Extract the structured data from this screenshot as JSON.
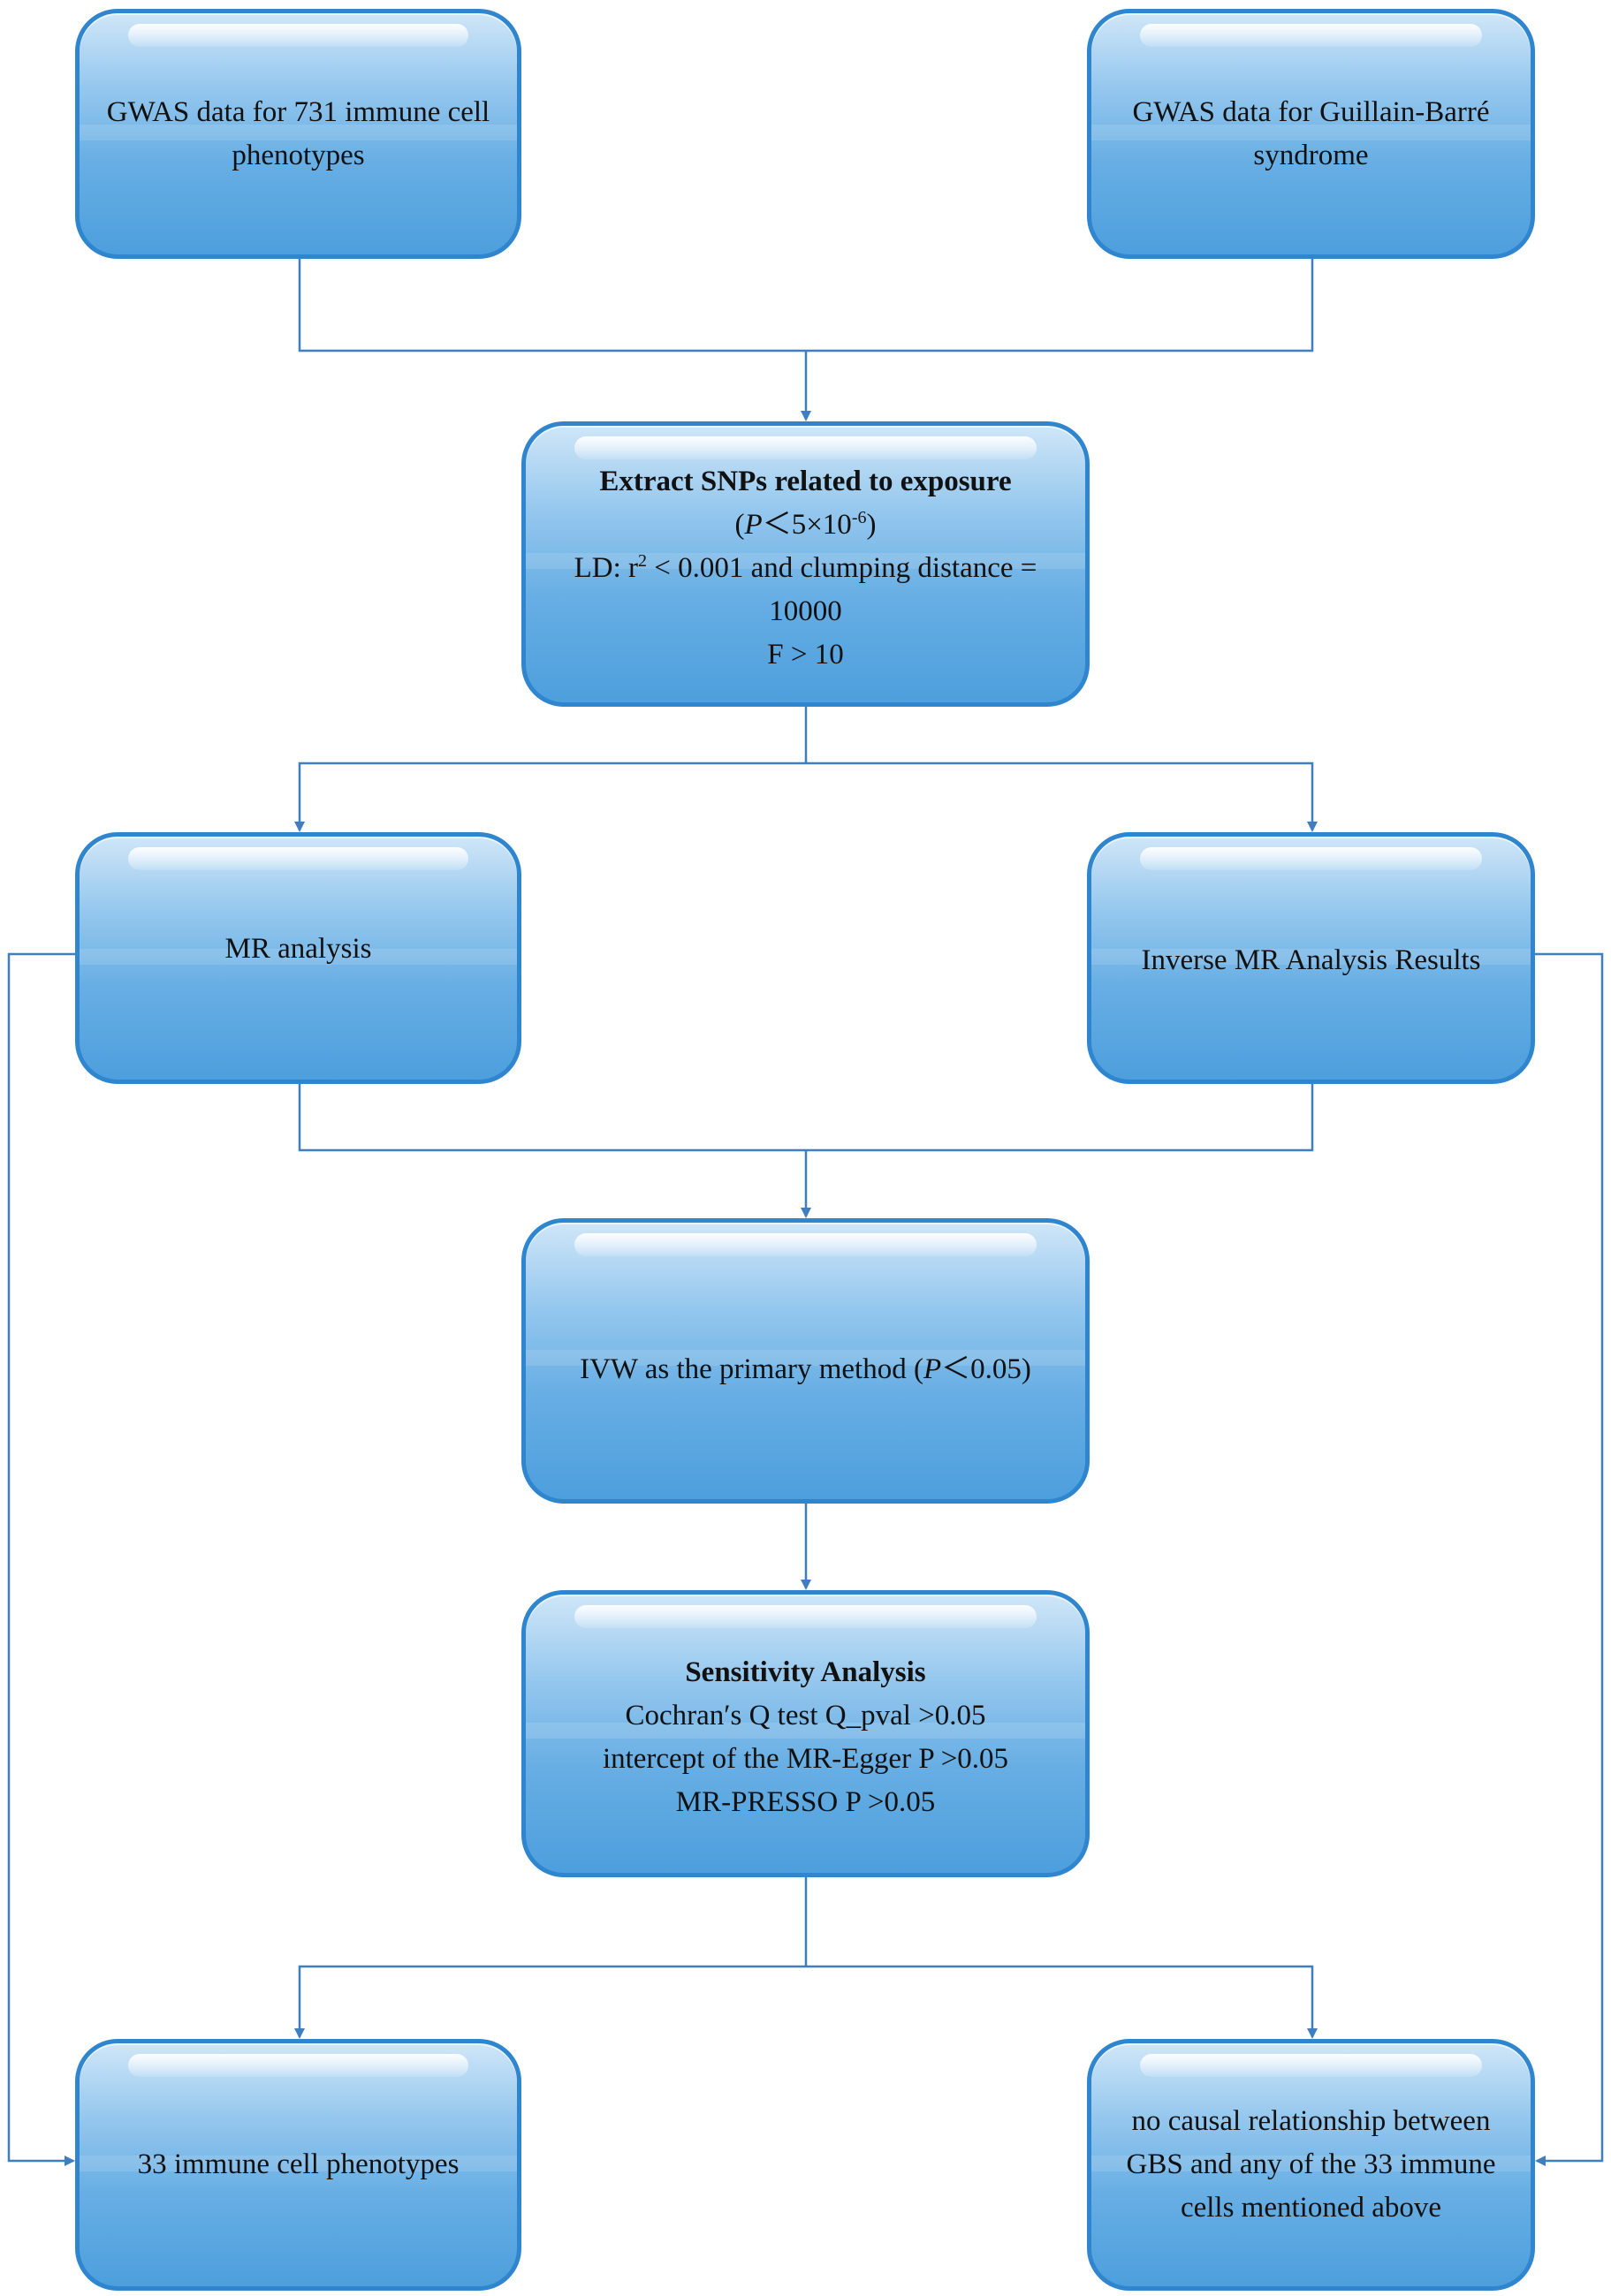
{
  "boxes": {
    "gwas_immune": {
      "line1": "GWAS data for 731 immune cell",
      "line2": "phenotypes"
    },
    "gwas_gbs": {
      "line1": "GWAS data for Guillain-Barré",
      "line2": "syndrome"
    },
    "extract": {
      "title": "Extract SNPs related to exposure",
      "p_open": "(",
      "p_var": "P",
      "p_threshold": "＜5×10",
      "p_exp": "-6",
      "p_close": ")",
      "ld_prefix": "LD: r",
      "ld_exp": "2",
      "ld_rest": " < 0.001 and clumping distance  =",
      "ld_line2": "10000",
      "f_line": "F > 10"
    },
    "mr_analysis": {
      "text": "MR analysis"
    },
    "inverse_mr": {
      "text": "Inverse MR Analysis Results"
    },
    "ivw": {
      "prefix": "IVW as the primary method (",
      "var": "P",
      "suffix": "＜0.05)"
    },
    "sensitivity": {
      "title": "Sensitivity Analysis",
      "line1": "Cochran′s Q test Q_pval >0.05",
      "line2": "intercept of the MR-Egger P >0.05",
      "line3": "MR-PRESSO P >0.05"
    },
    "immune_33": {
      "text": "33 immune cell phenotypes"
    },
    "no_causal": {
      "line1": "no causal relationship between",
      "line2": "GBS and any of the 33 immune",
      "line3": "cells mentioned above"
    }
  },
  "colors": {
    "box_border": "#2f86cf",
    "box_fill": "#67aee4",
    "connector": "#3f7fbf"
  }
}
